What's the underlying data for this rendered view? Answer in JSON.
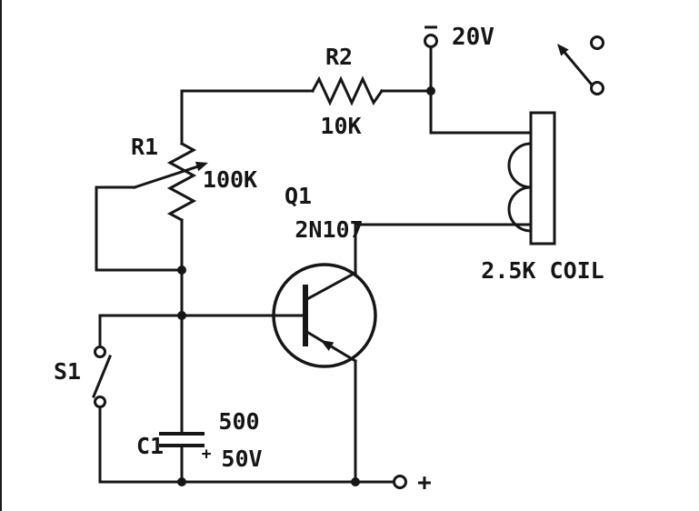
{
  "supply": {
    "sign": "−",
    "voltage": "20V"
  },
  "resistors": {
    "r2": {
      "ref": "R2",
      "value": "10K"
    },
    "r1": {
      "ref": "R1",
      "value": "100K"
    }
  },
  "transistor": {
    "ref": "Q1",
    "part": "2N107"
  },
  "relay": {
    "coil_label": "2.5K COIL"
  },
  "switch": {
    "ref": "S1"
  },
  "capacitor": {
    "ref": "C1",
    "value": "500",
    "rating": "50V",
    "polarity": "+"
  },
  "output": {
    "sign": "+"
  }
}
